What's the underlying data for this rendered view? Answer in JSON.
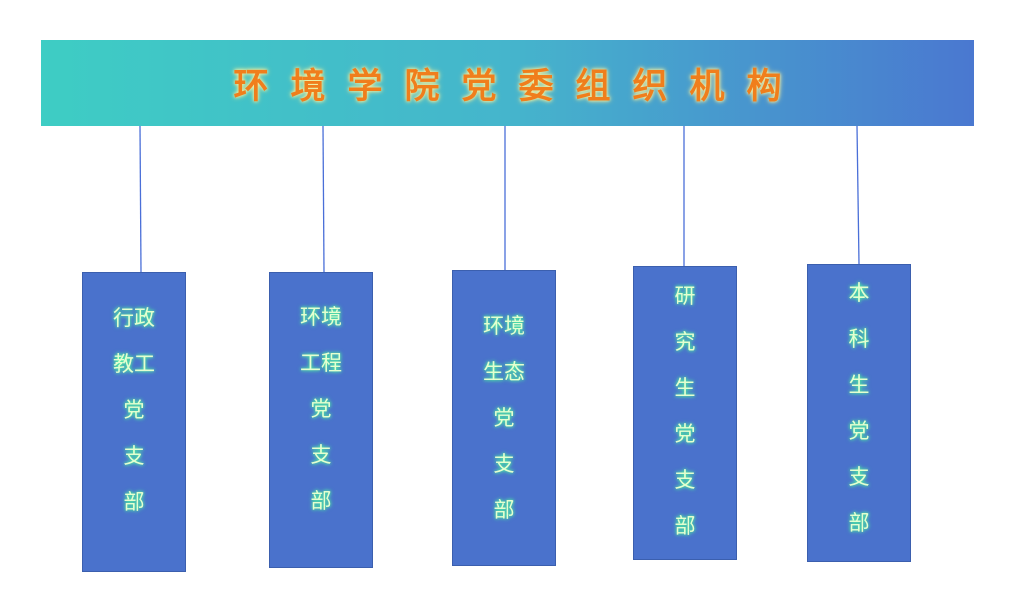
{
  "header": {
    "title": "环境学院党委组织机构"
  },
  "branches": [
    {
      "name": "行政教工党支部",
      "lines": [
        "行政",
        "教工",
        "党",
        "支",
        "部"
      ]
    },
    {
      "name": "环境工程党支部",
      "lines": [
        "环境",
        "工程",
        "党",
        "支",
        "部"
      ]
    },
    {
      "name": "环境生态党支部",
      "lines": [
        "环境",
        "生态",
        "党",
        "支",
        "部"
      ]
    },
    {
      "name": "研究生党支部",
      "lines": [
        "研",
        "究",
        "生",
        "党",
        "支",
        "部"
      ]
    },
    {
      "name": "本科生党支部",
      "lines": [
        "本",
        "科",
        "生",
        "党",
        "支",
        "部"
      ]
    }
  ],
  "colors": {
    "header_gradient_start": "#3ecdc4",
    "header_gradient_end": "#4a78d0",
    "title_text": "#f07e1c",
    "box_fill": "#4a72cc",
    "box_text": "#e4ffd0",
    "connector": "#4a6fd8"
  }
}
